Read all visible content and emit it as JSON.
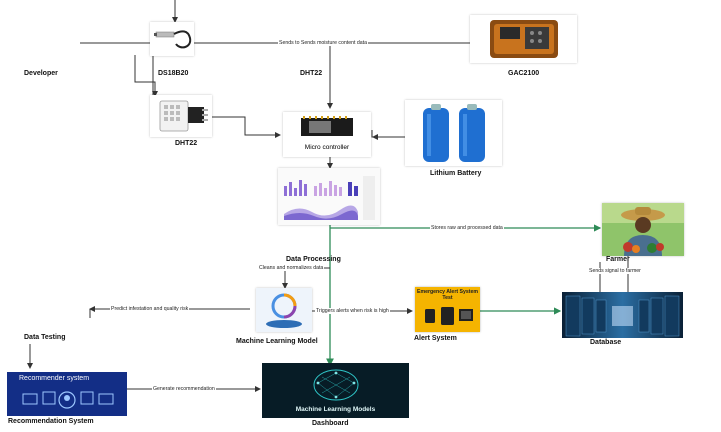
{
  "nodes": {
    "developer": "Developer",
    "ds18b20": "DS18B20",
    "dht22_top": "DHT22",
    "gac2100": "GAC2100",
    "dht22": "DHT22",
    "micro_controller": "Micro controller",
    "lithium_battery": "Lithium Battery",
    "data_processing": "Data Processing",
    "farmer": "Farmer",
    "machine_learning_model": "Machine Learning Model",
    "alert_system": "Alert System",
    "database": "Database",
    "data_testing": "Data Testing",
    "recommendation_system": "Recommendation System",
    "dashboard": "Dashboard"
  },
  "edges": {
    "sends_moisture": "Sends to Sends moisture content data",
    "stores_data": "Stores raw and processed data",
    "cleans_data": "Cleans and normalizes data",
    "sends_signal": "Sends signal to farmer",
    "predict_infestation": "Predict infestation and quality risk",
    "triggers_alerts": "Triggers alerts when risk is high",
    "generate_recommendation": "Generate recommendation"
  },
  "images": {
    "alert_title": "Emergency Alert System Test",
    "recommender_title": "Recommender system",
    "ml_models_title": "Machine Learning Models"
  },
  "colors": {
    "wire": "#333333",
    "green_wire": "#2e8b57",
    "battery": "#1f6fd1",
    "alert_bg": "#f5b400"
  }
}
